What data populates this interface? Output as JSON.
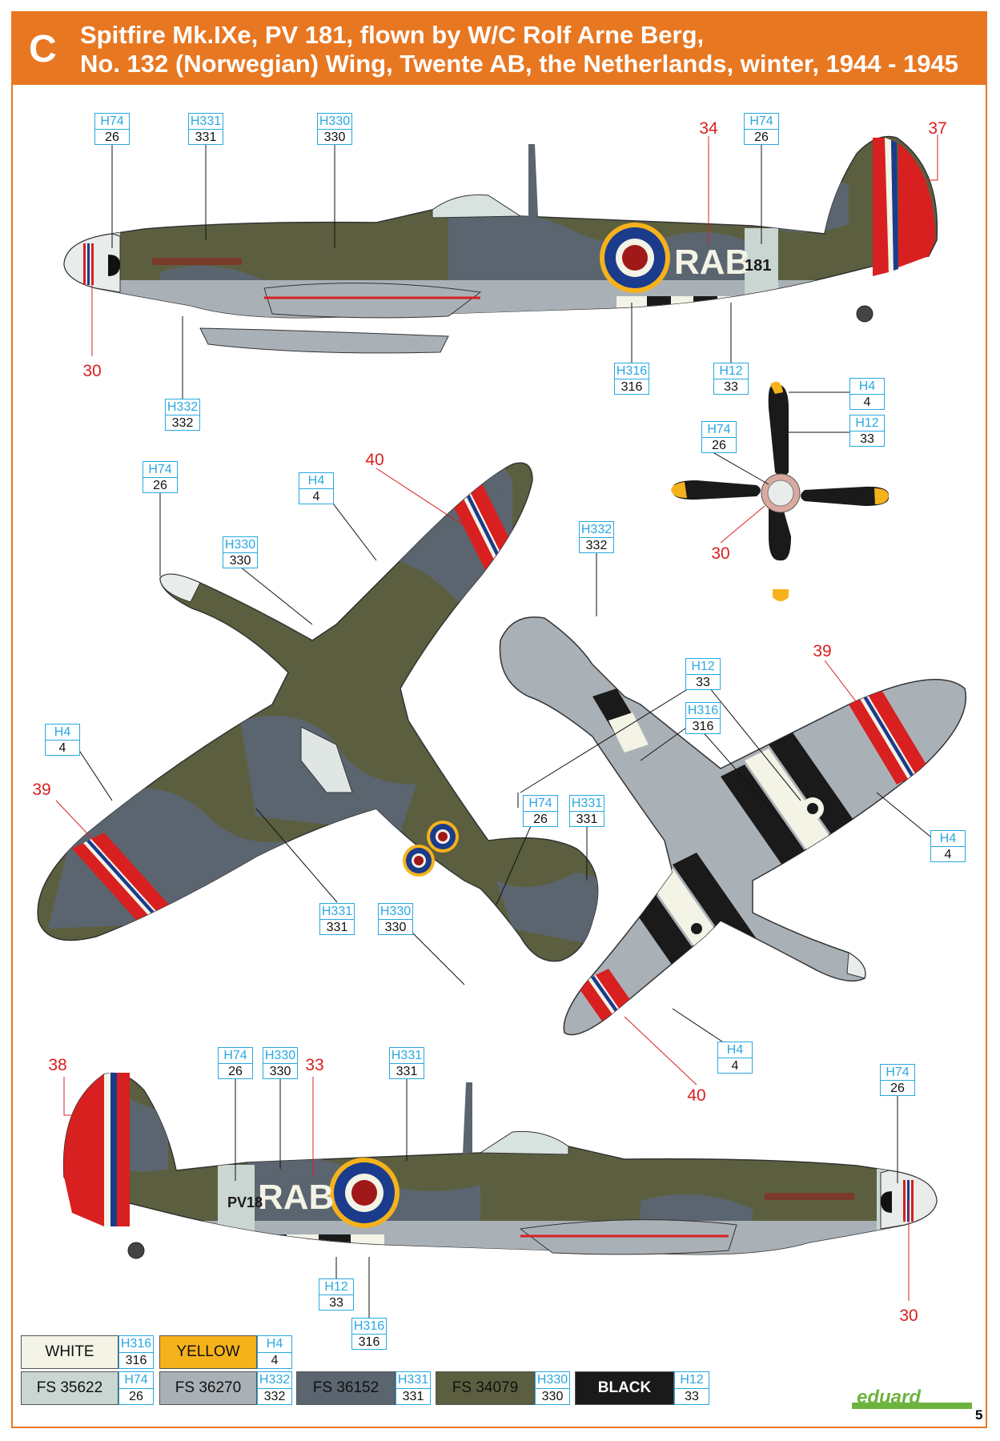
{
  "header": {
    "profile_letter": "C",
    "title_line1": "Spitfire Mk.IXe, PV 181, flown by W/C Rolf Arne Berg,",
    "title_line2": "No. 132 (Norwegian) Wing, Twente AB, the Netherlands, winter, 1944 - 1945"
  },
  "colors": {
    "accent": "#e87722",
    "callout_blue": "#29a8e0",
    "decal_red": "#d82020",
    "white": "#f3f3e6",
    "yellow": "#f5b21b",
    "fs35622": "#c9d6d2",
    "fs36270": "#a9b1b7",
    "fs36152": "#5b6570",
    "fs34079": "#5c5f3f",
    "black": "#1a1a1a"
  },
  "markings": {
    "code_right": "RAB",
    "serial_right": "181",
    "code_left": "RAB",
    "serial_left": "PV18"
  },
  "callouts": [
    {
      "id": "c1",
      "h": "H74",
      "n": "26"
    },
    {
      "id": "c2",
      "h": "H331",
      "n": "331"
    },
    {
      "id": "c3",
      "h": "H330",
      "n": "330"
    },
    {
      "id": "c4",
      "h": "H74",
      "n": "26"
    },
    {
      "id": "c5",
      "h": "H316",
      "n": "316"
    },
    {
      "id": "c6",
      "h": "H12",
      "n": "33"
    },
    {
      "id": "c7",
      "h": "H332",
      "n": "332"
    },
    {
      "id": "c8",
      "h": "H4",
      "n": "4"
    },
    {
      "id": "c9",
      "h": "H12",
      "n": "33"
    },
    {
      "id": "c10",
      "h": "H74",
      "n": "26"
    },
    {
      "id": "c11",
      "h": "H74",
      "n": "26"
    },
    {
      "id": "c12",
      "h": "H4",
      "n": "4"
    },
    {
      "id": "c13",
      "h": "H330",
      "n": "330"
    },
    {
      "id": "c14",
      "h": "H332",
      "n": "332"
    },
    {
      "id": "c15",
      "h": "H4",
      "n": "4"
    },
    {
      "id": "c16",
      "h": "H12",
      "n": "33"
    },
    {
      "id": "c17",
      "h": "H316",
      "n": "316"
    },
    {
      "id": "c18",
      "h": "H74",
      "n": "26"
    },
    {
      "id": "c19",
      "h": "H331",
      "n": "331"
    },
    {
      "id": "c20",
      "h": "H331",
      "n": "331"
    },
    {
      "id": "c21",
      "h": "H330",
      "n": "330"
    },
    {
      "id": "c22",
      "h": "H4",
      "n": "4"
    },
    {
      "id": "c23",
      "h": "H4",
      "n": "4"
    },
    {
      "id": "c24",
      "h": "H74",
      "n": "26"
    },
    {
      "id": "c25",
      "h": "H330",
      "n": "330"
    },
    {
      "id": "c26",
      "h": "H331",
      "n": "331"
    },
    {
      "id": "c27",
      "h": "H74",
      "n": "26"
    },
    {
      "id": "c28",
      "h": "H12",
      "n": "33"
    },
    {
      "id": "c29",
      "h": "H316",
      "n": "316"
    }
  ],
  "decals": [
    "34",
    "37",
    "30",
    "40",
    "30",
    "39",
    "39",
    "40",
    "38",
    "33",
    "30"
  ],
  "legend": [
    {
      "label": "WHITE",
      "h": "H316",
      "n": "316"
    },
    {
      "label": "YELLOW",
      "h": "H4",
      "n": "4"
    },
    {
      "label": "FS 35622",
      "h": "H74",
      "n": "26"
    },
    {
      "label": "FS 36270",
      "h": "H332",
      "n": "332"
    },
    {
      "label": "FS 36152",
      "h": "H331",
      "n": "331"
    },
    {
      "label": "FS 34079",
      "h": "H330",
      "n": "330"
    },
    {
      "label": "BLACK",
      "h": "H12",
      "n": "33"
    }
  ],
  "brand": "eduard",
  "page_number": "5"
}
